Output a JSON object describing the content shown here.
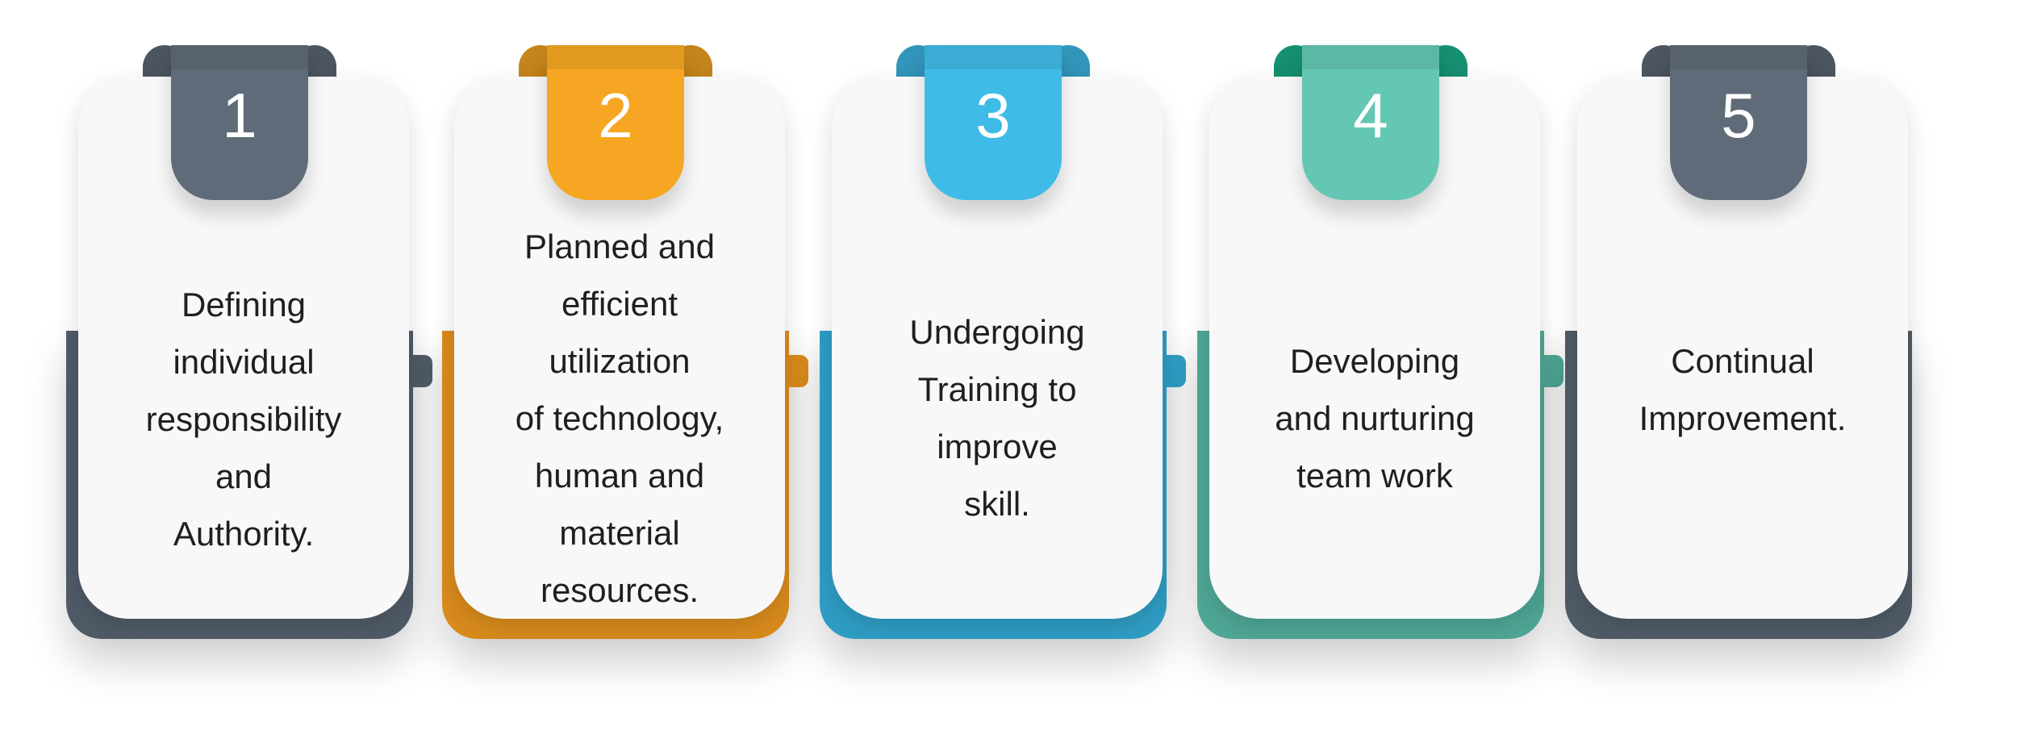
{
  "colors": {
    "step1": "#5f6b78",
    "step2": "#f6a623",
    "step3": "#3fbbe8",
    "step4": "#64c7b3",
    "step5": "#5f6b78",
    "card": "#f8f8f8",
    "text": "#1f1f1f"
  },
  "steps": [
    {
      "number": "1",
      "lines": [
        "Defining",
        "individual",
        "responsibility",
        "and",
        "Authority."
      ]
    },
    {
      "number": "2",
      "lines": [
        "Planned and",
        "efficient",
        "utilization",
        "of technology,",
        "human and",
        "material",
        "resources."
      ]
    },
    {
      "number": "3",
      "lines": [
        "Undergoing",
        "Training to",
        "improve",
        "skill."
      ]
    },
    {
      "number": "4",
      "lines": [
        "Developing",
        "and nurturing",
        "team work"
      ]
    },
    {
      "number": "5",
      "lines": [
        "Continual",
        "Improvement."
      ]
    }
  ]
}
